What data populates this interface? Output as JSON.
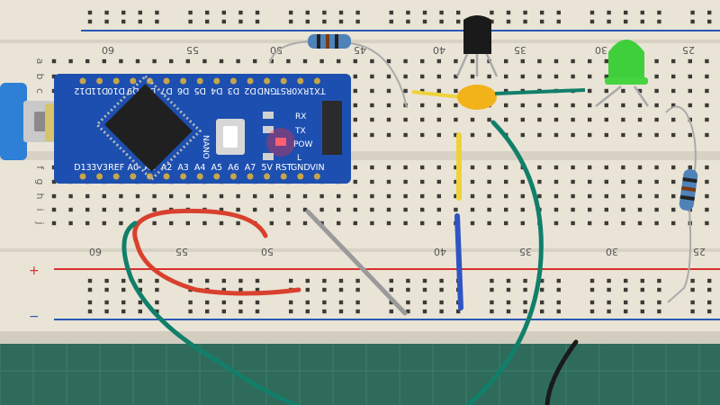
{
  "breadboard": {
    "colors": {
      "board": "#e9e4d6",
      "board_shadow": "#d3cdbf",
      "hole": "#3b3a36",
      "rail_red": "#d9302c",
      "rail_blue": "#2a58b5",
      "mat": "#2f6b5a",
      "mat_grid": "#3f7c6b"
    },
    "top_column_labels": [
      "60",
      "55",
      "50",
      "45",
      "40",
      "35",
      "30",
      "25"
    ],
    "bottom_column_labels": [
      "60",
      "55",
      "50",
      "40",
      "35",
      "30",
      "25"
    ],
    "row_letters_top": [
      "a",
      "b",
      "c"
    ],
    "row_letters_bottom": [
      "f",
      "g",
      "h",
      "i",
      "j"
    ],
    "rail_plus": "+",
    "rail_minus": "−"
  },
  "board_module": {
    "pin_labels_top": [
      "D12",
      "D11",
      "D10",
      "D9",
      "D8",
      "D7",
      "D6",
      "D5",
      "D4",
      "D3",
      "D2",
      "GND",
      "RST",
      "RX0",
      "TX1"
    ],
    "pin_labels_bottom": [
      "D13",
      "3V3",
      "REF",
      "A0",
      "A1",
      "A2",
      "A3",
      "A4",
      "A5",
      "A6",
      "A7",
      "5V",
      "RST",
      "GND",
      "VIN"
    ],
    "led_labels": [
      "RX",
      "TX",
      "POW",
      "L"
    ],
    "chip_text": "NANO",
    "colors": {
      "pcb": "#1d4fb0",
      "chip": "#202020",
      "usb": "#c9c9c9",
      "usb_cable": "#2e7fd6"
    }
  },
  "components": {
    "led_color": "#3fcf3a",
    "capacitor_color": "#f2b21a",
    "transistor_color": "#1a1a1a",
    "resistor_color": "#4f82b8"
  },
  "wires": {
    "red": "#d9402e",
    "green": "#117f6a",
    "yellow": "#efd23a",
    "blue": "#2f54c4",
    "gray": "#9a9a9a"
  }
}
